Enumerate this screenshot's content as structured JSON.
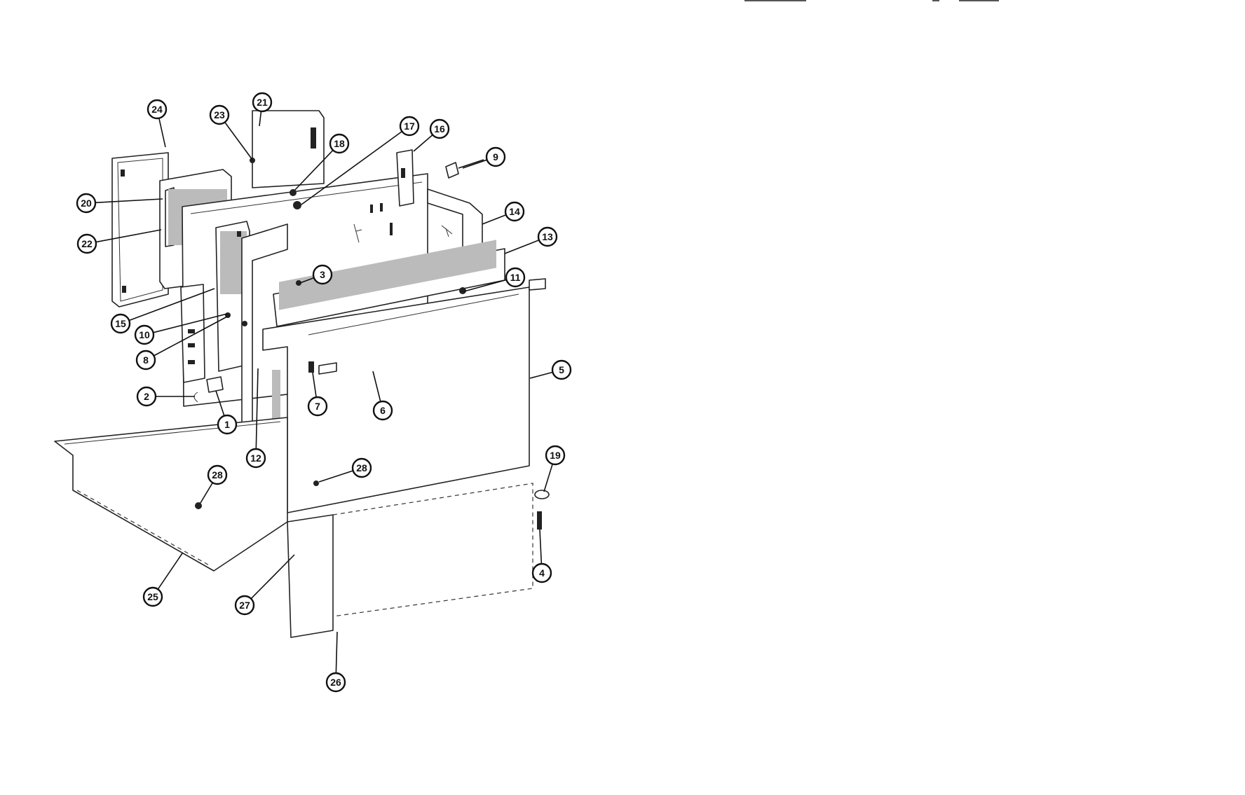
{
  "diagram": {
    "callouts": [
      "1",
      "2",
      "3",
      "4",
      "5",
      "6",
      "7",
      "8",
      "9",
      "10",
      "11",
      "12",
      "13",
      "14",
      "15",
      "16",
      "17",
      "18",
      "19",
      "20",
      "21",
      "22",
      "23",
      "24",
      "25",
      "26",
      "27",
      "28",
      "28",
      "20"
    ]
  }
}
